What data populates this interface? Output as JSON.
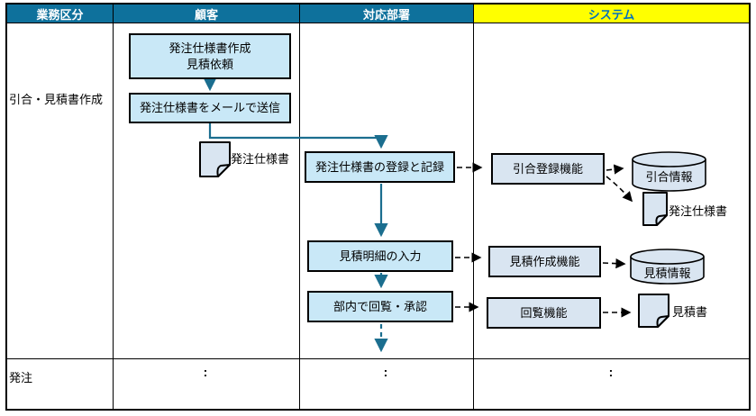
{
  "colors": {
    "header_teal": "#0E719C",
    "header_yellow": "#FFFF00",
    "system_header_text": "#0070C0",
    "process_fill": "#C9E8F7",
    "system_fill": "#D9E5F1",
    "arrow_teal": "#1B6E8F"
  },
  "header": {
    "business": "業務区分",
    "customer": "顧客",
    "department": "対応部署",
    "system": "システム"
  },
  "rows": {
    "row1_label": "引合・見積書作成",
    "row2_label": "発注",
    "continuation": ":"
  },
  "customer_flow": {
    "create_spec_line1": "発注仕様書作成",
    "create_spec_line2": "見積依頼",
    "send_mail": "発注仕様書をメールで送信",
    "doc_spec": "発注仕様書"
  },
  "department_flow": {
    "register_spec": "発注仕様書の登録と記録",
    "enter_quote_details": "見積明細の入力",
    "circulate_approve": "部内で回覧・承認"
  },
  "system_flow": {
    "inquiry_register_func": "引合登録機能",
    "inquiry_db": "引合情報",
    "doc_spec": "発注仕様書",
    "quote_create_func": "見積作成機能",
    "quote_db": "見積情報",
    "circulation_func": "回覧機能",
    "doc_quote": "見積書"
  }
}
